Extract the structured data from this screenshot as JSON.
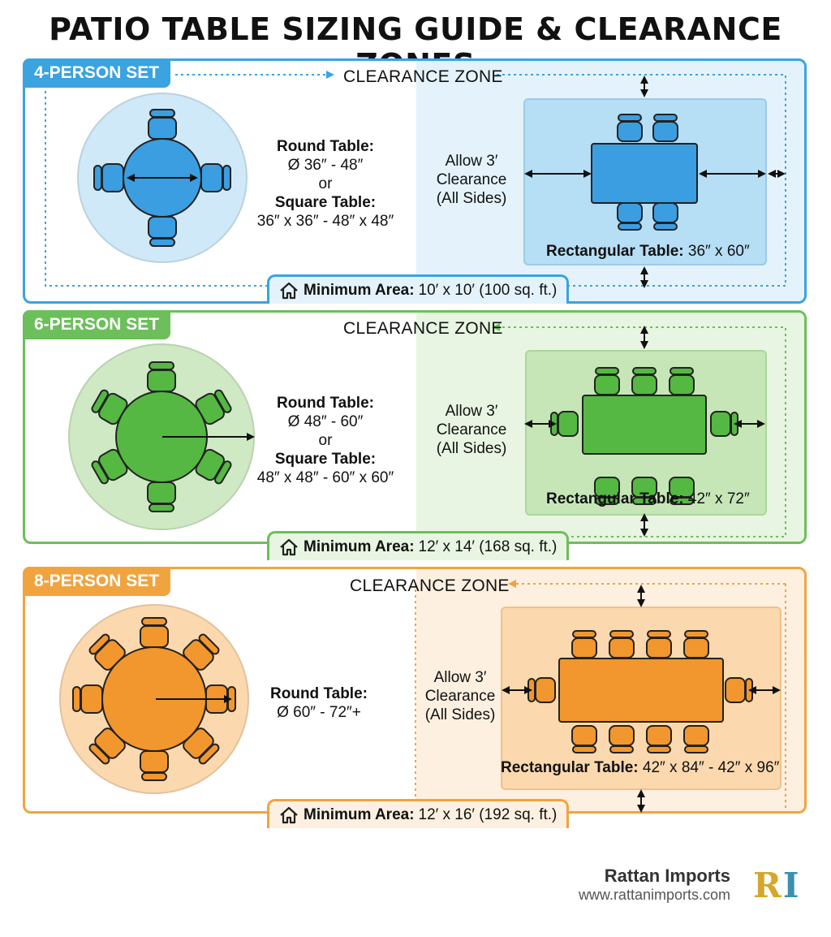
{
  "title": "PATIO TABLE SIZING GUIDE & CLEARANCE ZONES",
  "sets": [
    {
      "badge": "4-PERSON SET",
      "zone_title": "CLEARANCE ZONE",
      "round_title": "Round Table:",
      "round_size": "Ø 36″ - 48″",
      "or": "or",
      "square_title": "Square Table:",
      "square_size": "36″ x 36″ - 48″ x 48″",
      "allow": [
        "Allow 3′",
        "Clearance",
        "(All Sides)"
      ],
      "rect_title": "Rectangular Table:",
      "rect_size": "36″ x 60″",
      "min_title": "Minimum Area:",
      "min_value": "10′ x 10′ (100 sq. ft.)",
      "color": "#3aa3e0",
      "fill": "#3a9ee0"
    },
    {
      "badge": "6-PERSON SET",
      "zone_title": "CLEARANCE ZONE",
      "round_title": "Round Table:",
      "round_size": "Ø 48″ - 60″",
      "or": "or",
      "square_title": "Square Table:",
      "square_size": "48″ x 48″ - 60″ x 60″",
      "allow": [
        "Allow 3′",
        "Clearance",
        "(All Sides)"
      ],
      "rect_title": "Rectangular Table:",
      "rect_size": "42″ x 72″",
      "min_title": "Minimum Area:",
      "min_value": "12′ x 14′ (168 sq. ft.)",
      "color": "#6cbf5a",
      "fill": "#55b843"
    },
    {
      "badge": "8-PERSON SET",
      "zone_title": "CLEARANCE ZONE",
      "round_title": "Round Table:",
      "round_size": "Ø 60″ - 72″+",
      "allow": [
        "Allow 3′",
        "Clearance",
        "(All Sides)"
      ],
      "rect_title": "Rectangular Table:",
      "rect_size": "42″ x 84″ - 42″ x 96″",
      "min_title": "Minimum Area:",
      "min_value": "12′ x 16′ (192 sq. ft.)",
      "color": "#f0a440",
      "fill": "#f2962e"
    }
  ],
  "brand": {
    "name": "Rattan Imports",
    "url": "www.rattanimports.com",
    "logo_r": "R",
    "logo_i": "I",
    "logo_r_color": "#d4a72c",
    "logo_i_color": "#3b8fb0"
  }
}
